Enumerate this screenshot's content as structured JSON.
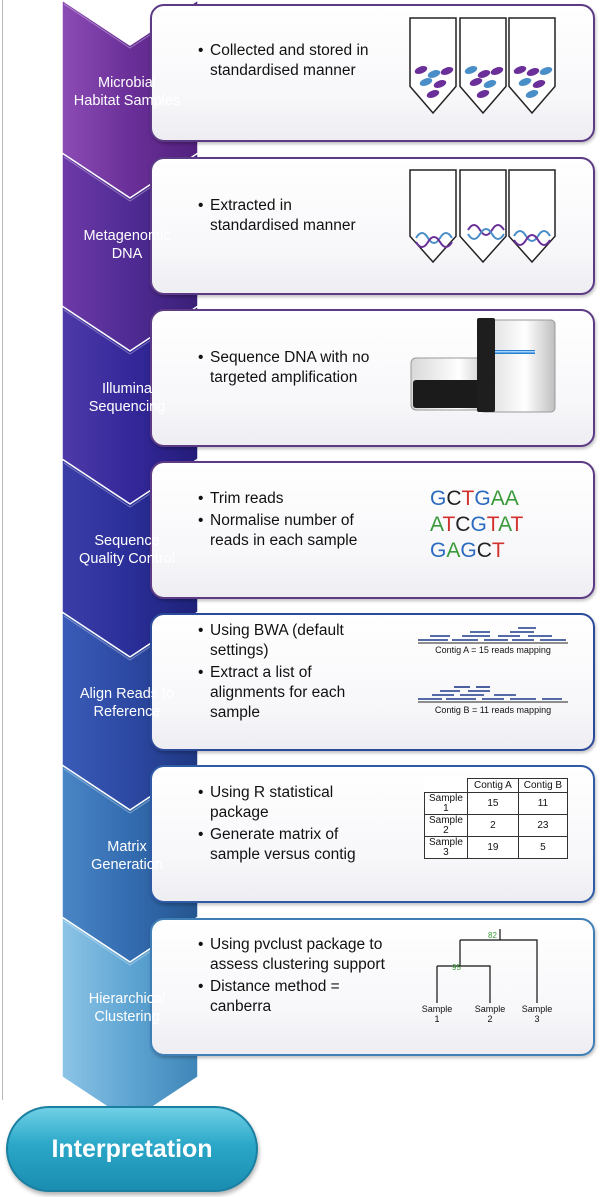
{
  "steps": [
    {
      "label": "Microbial\nHabitat Samples",
      "bullets": [
        "Collected and stored in standardised manner"
      ]
    },
    {
      "label": "Metagenomic\nDNA",
      "bullets": [
        "Extracted in standardised manner"
      ]
    },
    {
      "label": "Illumina\nSequencing",
      "bullets": [
        "Sequence DNA with no targeted amplification"
      ]
    },
    {
      "label": "Sequence\nQuality Control",
      "bullets": [
        "Trim reads",
        "Normalise number of reads in each sample"
      ]
    },
    {
      "label": "Align Reads to\nReference",
      "bullets": [
        "Using BWA (default settings)",
        "Extract a list of alignments for each sample"
      ]
    },
    {
      "label": "Matrix\nGeneration",
      "bullets": [
        "Using R statistical package",
        "Generate matrix of sample versus contig"
      ]
    },
    {
      "label": "Hierarchical\nClustering",
      "bullets": [
        "Using pvclust package to assess clustering support",
        "Distance method = canberra"
      ]
    }
  ],
  "interpretation": "Interpretation",
  "sequences": [
    [
      {
        "t": "G",
        "c": "#2a6bbf"
      },
      {
        "t": "C",
        "c": "#222222"
      },
      {
        "t": "T",
        "c": "#d2322d"
      },
      {
        "t": "G",
        "c": "#2a6bbf"
      },
      {
        "t": "A",
        "c": "#3a9a3a"
      },
      {
        "t": "A",
        "c": "#3a9a3a"
      }
    ],
    [
      {
        "t": "A",
        "c": "#3a9a3a"
      },
      {
        "t": "T",
        "c": "#d2322d"
      },
      {
        "t": "C",
        "c": "#222222"
      },
      {
        "t": "G",
        "c": "#2a6bbf"
      },
      {
        "t": "T",
        "c": "#d2322d"
      },
      {
        "t": "A",
        "c": "#3a9a3a"
      },
      {
        "t": "T",
        "c": "#d2322d"
      }
    ],
    [
      {
        "t": "G",
        "c": "#2a6bbf"
      },
      {
        "t": "A",
        "c": "#3a9a3a"
      },
      {
        "t": "G",
        "c": "#2a6bbf"
      },
      {
        "t": "C",
        "c": "#222222"
      },
      {
        "t": "T",
        "c": "#d2322d"
      }
    ]
  ],
  "contigs": [
    "Contig A = 15 reads mapping",
    "Contig B = 11 reads mapping"
  ],
  "matrix": {
    "headers": [
      "",
      "Contig A",
      "Contig B"
    ],
    "rows": [
      [
        "Sample\n1",
        "15",
        "11"
      ],
      [
        "Sample\n2",
        "2",
        "23"
      ],
      [
        "Sample\n3",
        "19",
        "5"
      ]
    ]
  },
  "dendrogram": {
    "support": [
      "82",
      "95"
    ],
    "leaves": [
      "Sample\n1",
      "Sample\n2",
      "Sample\n3"
    ]
  },
  "colors": {
    "chevron_top": "#7b3fa6",
    "chevron_mid": "#3a2e98",
    "chevron_bottom": "#6fb0d8",
    "interpretation": "#2ba7c8"
  }
}
